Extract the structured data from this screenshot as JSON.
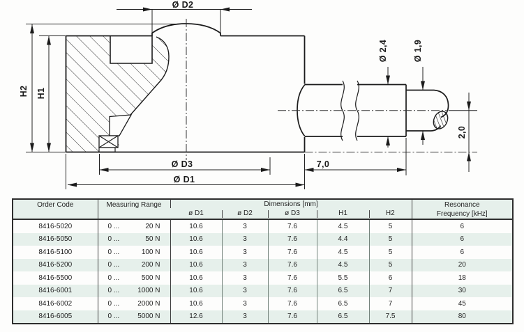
{
  "drawing": {
    "labels": {
      "h2": "H2",
      "h1": "H1",
      "d2": "Ø D2",
      "d3": "Ø D3",
      "d1": "Ø D1",
      "cable_dia": "Ø 2,4",
      "pin_dia": "Ø 1,9",
      "axis_offset": "2,0",
      "cable_stub_len": "7,0"
    }
  },
  "table": {
    "headers": {
      "order_code": "Order Code",
      "measuring_range": "Measuring Range",
      "dimensions": "Dimensions [mm]",
      "sub": [
        "ø D1",
        "ø D2",
        "ø D3",
        "H1",
        "H2"
      ],
      "resonance_line1": "Resonance",
      "resonance_line2": "Frequency [kHz]"
    },
    "rows": [
      {
        "order_code": "8416-5020",
        "range_prefix": "0 ...",
        "range_value": "20 N",
        "d1": "10.6",
        "d2": "3",
        "d3": "7.6",
        "h1": "4.5",
        "h2": "5",
        "freq": "6"
      },
      {
        "order_code": "8416-5050",
        "range_prefix": "0 ...",
        "range_value": "50 N",
        "d1": "10.6",
        "d2": "3",
        "d3": "7.6",
        "h1": "4.4",
        "h2": "5",
        "freq": "6"
      },
      {
        "order_code": "8416-5100",
        "range_prefix": "0 ...",
        "range_value": "100 N",
        "d1": "10.6",
        "d2": "3",
        "d3": "7.6",
        "h1": "4.5",
        "h2": "5",
        "freq": "6"
      },
      {
        "order_code": "8416-5200",
        "range_prefix": "0 ...",
        "range_value": "200 N",
        "d1": "10.6",
        "d2": "3",
        "d3": "7.6",
        "h1": "4.5",
        "h2": "5",
        "freq": "20"
      },
      {
        "order_code": "8416-5500",
        "range_prefix": "0 ...",
        "range_value": "500 N",
        "d1": "10.6",
        "d2": "3",
        "d3": "7.6",
        "h1": "5.5",
        "h2": "6",
        "freq": "18"
      },
      {
        "order_code": "8416-6001",
        "range_prefix": "0 ...",
        "range_value": "1000 N",
        "d1": "10.6",
        "d2": "3",
        "d3": "7.6",
        "h1": "6.5",
        "h2": "7",
        "freq": "30"
      },
      {
        "order_code": "8416-6002",
        "range_prefix": "0 ...",
        "range_value": "2000 N",
        "d1": "10.6",
        "d2": "3",
        "d3": "7.6",
        "h1": "6.5",
        "h2": "7",
        "freq": "45"
      },
      {
        "order_code": "8416-6005",
        "range_prefix": "0 ...",
        "range_value": "5000 N",
        "d1": "12.6",
        "d2": "3",
        "d3": "7.6",
        "h1": "6.5",
        "h2": "7.5",
        "freq": "80"
      }
    ]
  },
  "colors": {
    "line": "#1b1b1b",
    "table_tint": "#e6f0eb",
    "table_border": "#2e2e2e"
  }
}
